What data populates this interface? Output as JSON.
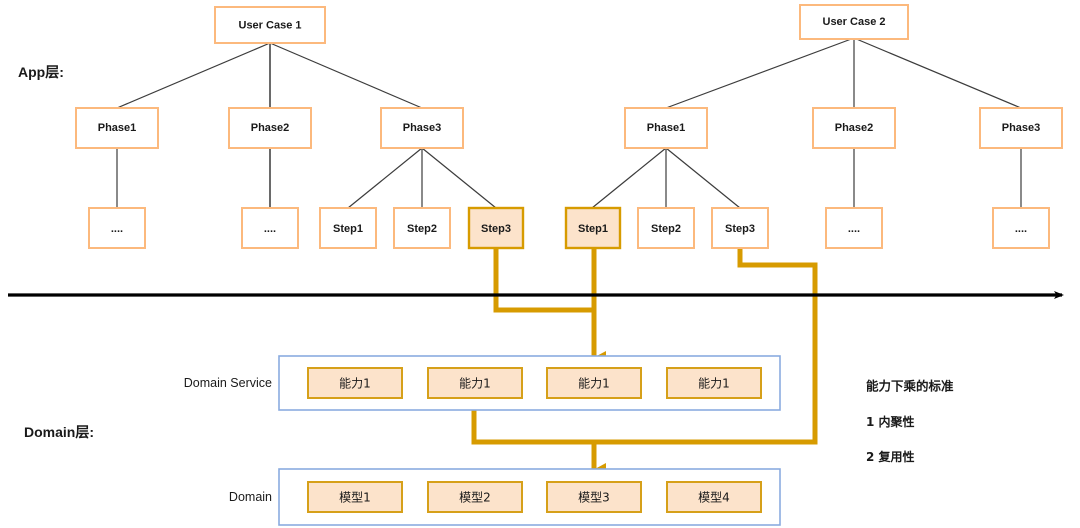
{
  "diagram": {
    "title_app_layer": "App层:",
    "title_domain_layer": "Domain层:",
    "row_label_domain_service": "Domain Service",
    "row_label_domain": "Domain",
    "accent_highlight": "#d79b00",
    "accent_box_border": "#fcb97d",
    "accent_box_fill": "#fce3cb",
    "group_border": "#8aabdf",
    "edge_color": "#3c3c3c",
    "timeline_color": "#000000"
  },
  "use_cases": [
    {
      "name": "User Case 1",
      "phases": [
        {
          "name": "Phase1",
          "steps": [
            {
              "label": "....",
              "highlighted": false
            }
          ]
        },
        {
          "name": "Phase2",
          "steps": [
            {
              "label": "....",
              "highlighted": false
            }
          ]
        },
        {
          "name": "Phase3",
          "steps": [
            {
              "label": "Step1",
              "highlighted": false
            },
            {
              "label": "Step2",
              "highlighted": false
            },
            {
              "label": "Step3",
              "highlighted": true
            }
          ]
        }
      ]
    },
    {
      "name": "User Case 2",
      "phases": [
        {
          "name": "Phase1",
          "steps": [
            {
              "label": "Step1",
              "highlighted": true
            },
            {
              "label": "Step2",
              "highlighted": false
            },
            {
              "label": "Step3",
              "highlighted": false
            }
          ]
        },
        {
          "name": "Phase2",
          "steps": [
            {
              "label": "....",
              "highlighted": false
            }
          ]
        },
        {
          "name": "Phase3",
          "steps": [
            {
              "label": "....",
              "highlighted": false
            }
          ]
        }
      ]
    }
  ],
  "domain_service_row": {
    "label": "Domain Service",
    "items": [
      {
        "label": "能力1"
      },
      {
        "label": "能力1"
      },
      {
        "label": "能力1"
      },
      {
        "label": "能力1"
      }
    ]
  },
  "domain_row": {
    "label": "Domain",
    "items": [
      {
        "label": "模型1"
      },
      {
        "label": "模型2"
      },
      {
        "label": "模型3"
      },
      {
        "label": "模型4"
      }
    ]
  },
  "notes": {
    "title": "能力下乘的标准",
    "lines": [
      "1 内聚性",
      "2 复用性"
    ]
  }
}
